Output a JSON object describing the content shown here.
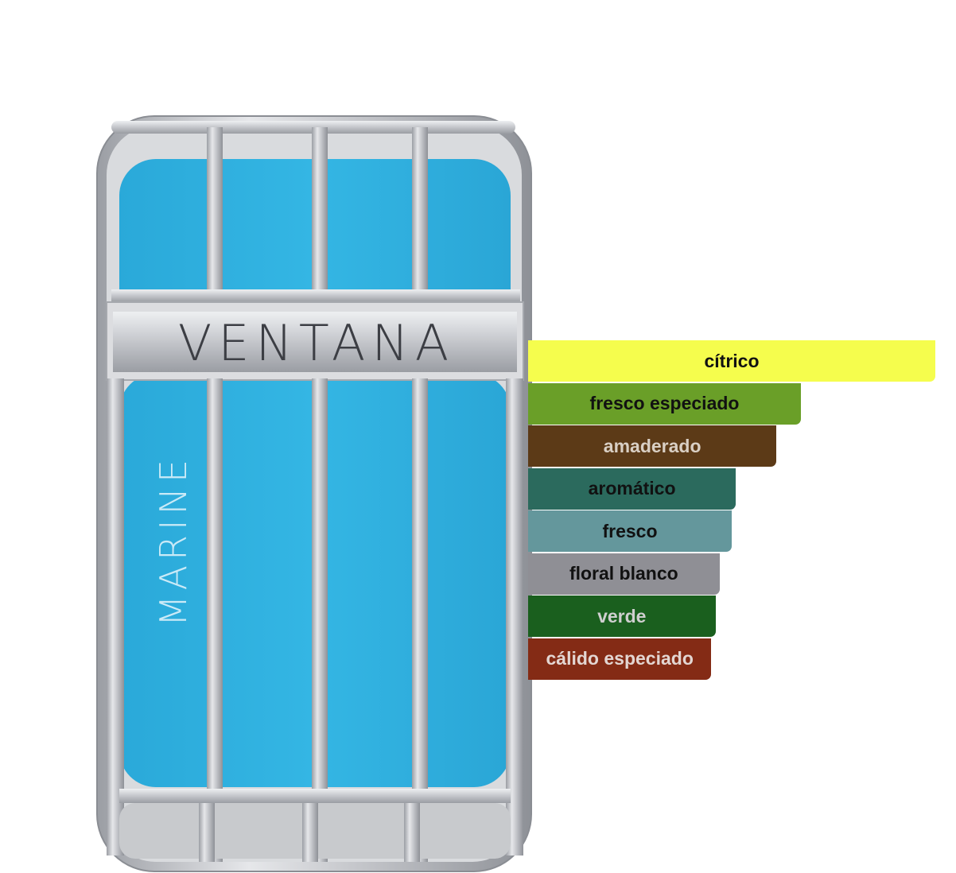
{
  "product": {
    "brand": "VENTANA",
    "variant": "MARINE",
    "colors": {
      "panel": "#2fb0df",
      "frame": "#c9cbcf",
      "frame_dark": "#8c8f95"
    }
  },
  "chart_data": {
    "type": "bar",
    "orientation": "horizontal",
    "title": "",
    "xlabel": "",
    "ylabel": "",
    "xlim": [
      0,
      100
    ],
    "categories": [
      "cítrico",
      "fresco especiado",
      "amaderado",
      "aromático",
      "fresco",
      "floral blanco",
      "verde",
      "cálido especiado"
    ],
    "values": [
      100,
      67,
      61,
      51,
      50,
      47,
      46,
      45
    ],
    "colors": [
      "#f5fd4d",
      "#6a9f28",
      "#5c3a17",
      "#2b6a5d",
      "#64979c",
      "#8f8f95",
      "#1a5f1e",
      "#842b15"
    ],
    "label_colors": [
      "#111111",
      "#111111",
      "#d9cfc4",
      "#111111",
      "#111111",
      "#111111",
      "#cfcfcf",
      "#e3d6d2"
    ],
    "grid": false,
    "legend": "none"
  }
}
